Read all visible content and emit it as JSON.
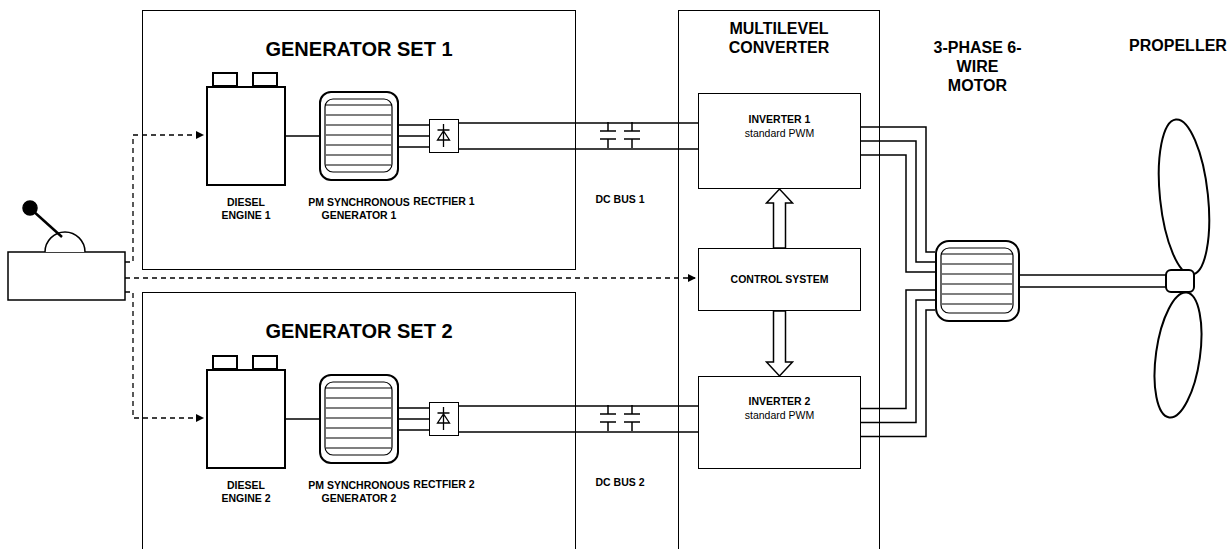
{
  "diagram": {
    "nodes": [
      {
        "text": [
          "GENERATOR SET 1"
        ]
      },
      {
        "text": [
          "DIESEL ENGINE 1"
        ],
        "in": 0
      },
      {
        "text": [
          "PM SYNCHRONOUS GENERATOR 1"
        ],
        "in": 0
      },
      {
        "text": [
          "RECTFIER 1"
        ],
        "in": 0
      },
      {
        "text": [
          "MULTILEVEL CONVERTER"
        ]
      },
      {
        "text": [
          "INVERTER 1",
          "standard PWM"
        ],
        "in": 4
      },
      {
        "text": [
          "CONTROL SYSTEM"
        ],
        "in": 4
      },
      {
        "text": [
          "INVERTER 2",
          "standard PWM"
        ],
        "in": 4
      },
      {
        "text": [
          "GENERATOR SET 2"
        ]
      },
      {
        "text": [
          "DIESEL ENGINE 2"
        ],
        "in": 8
      },
      {
        "text": [
          "PM SYNCHRONOUS GENERATOR 2"
        ],
        "in": 8
      },
      {
        "text": [
          "RECTFIER 2"
        ],
        "in": 8
      },
      {
        "text": [
          "3-PHASE 6-WIRE MOTOR"
        ]
      },
      {
        "text": [
          "PROPELLER"
        ]
      }
    ],
    "edges": [
      {
        "from": 1,
        "to": 2,
        "arrow": "none"
      },
      {
        "from": 2,
        "to": 3,
        "arrow": "none"
      },
      {
        "from": 3,
        "to": 5,
        "arrow": "none"
      },
      {
        "from": 6,
        "to": 5,
        "arrow": "to"
      },
      {
        "from": 6,
        "to": 7,
        "arrow": "to"
      },
      {
        "from": 9,
        "to": 10,
        "arrow": "none"
      },
      {
        "from": 10,
        "to": 11,
        "arrow": "none"
      },
      {
        "from": 11,
        "to": 7,
        "arrow": "none"
      },
      {
        "from": 5,
        "to": 12,
        "arrow": "none"
      },
      {
        "from": 7,
        "to": 12,
        "arrow": "none"
      },
      {
        "from": 12,
        "to": 13,
        "arrow": "none"
      }
    ],
    "labels": [
      "DC BUS 1",
      "DC BUS 2"
    ]
  }
}
